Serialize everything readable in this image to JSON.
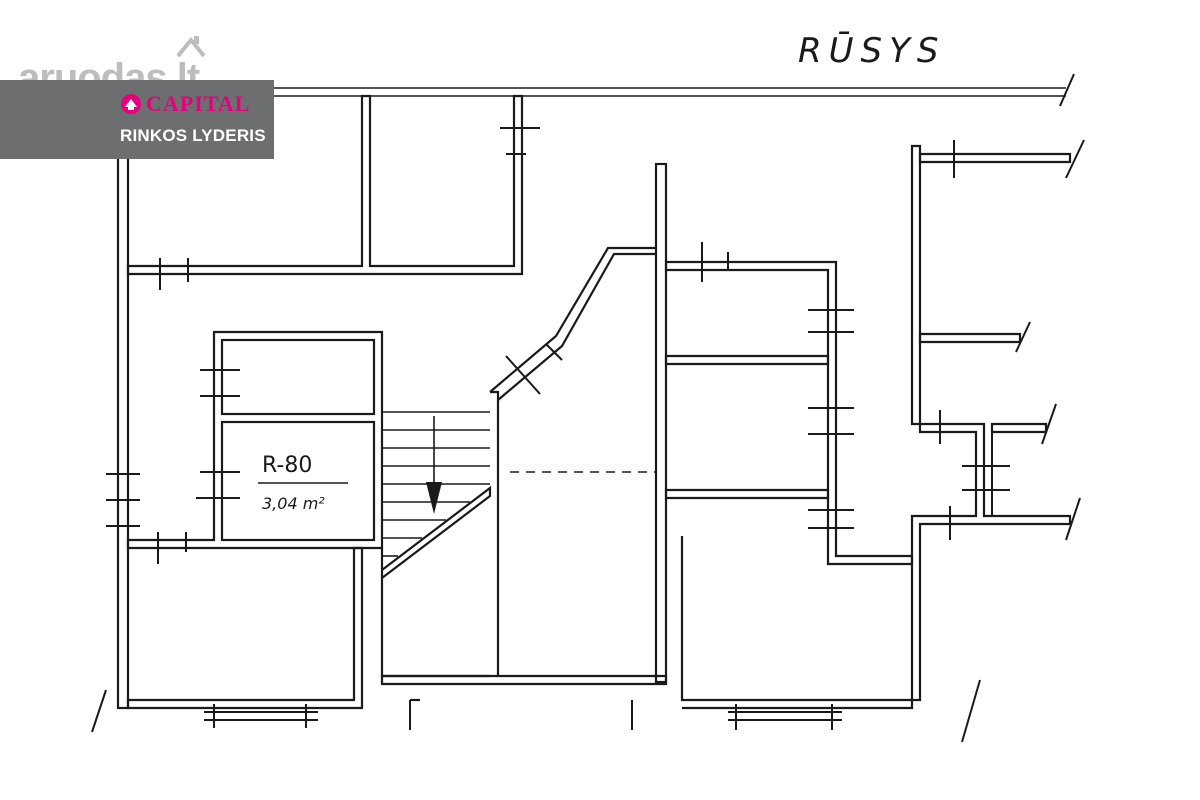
{
  "plan": {
    "title": "RŪSYS",
    "room": {
      "code": "R-80",
      "area": "3,04 m²"
    }
  },
  "watermark": {
    "site": "aruodas.lt",
    "brand": "CAPITAL",
    "tagline": "RINKOS LYDERIS"
  },
  "colors": {
    "ink": "#1a1a1a",
    "logo_bg": "#6d6e70",
    "brand_pink": "#e6007e",
    "watermark_grey": "#bdbdbd"
  }
}
